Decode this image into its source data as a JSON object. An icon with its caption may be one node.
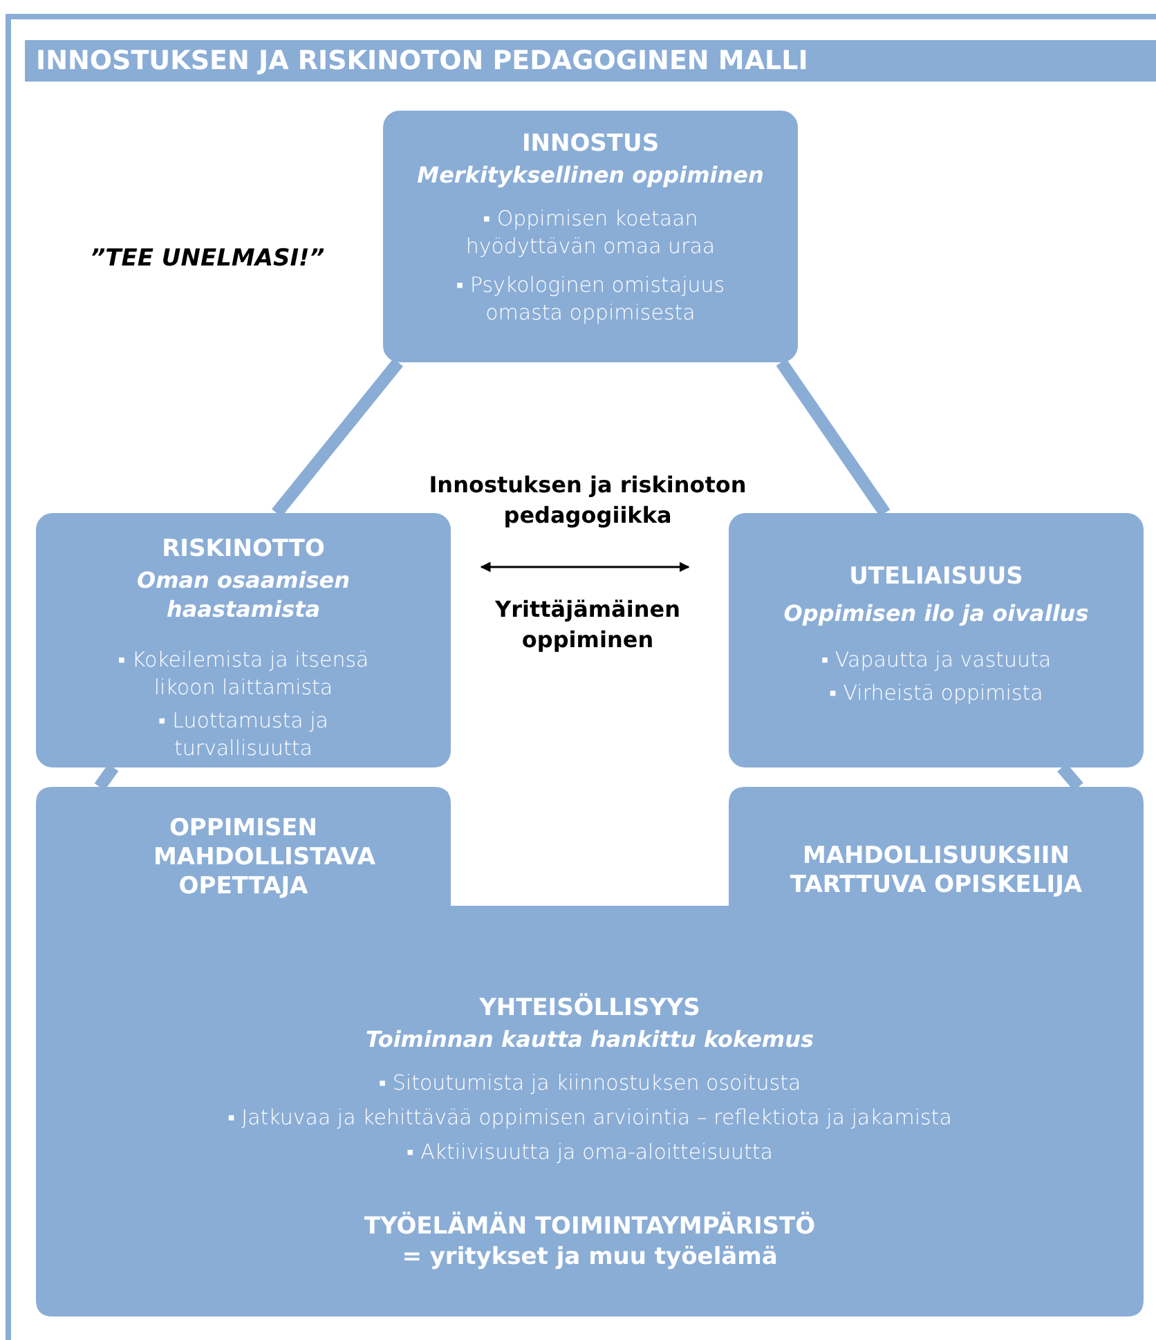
{
  "diagram": {
    "title": "INNOSTUKSEN JA RISKINOTON PEDAGOGINEN MALLI",
    "nodes": [
      {
        "text": [
          "INNOSTUS",
          "Merkityksellinen oppiminen",
          "▪ Oppimisen koetaan hyödyttävän omaa uraa",
          "▪ Psykologinen omistajuus omasta oppimisesta"
        ]
      },
      {
        "text": [
          "RISKINOTTO",
          "Oman osaamisen haastamista",
          "▪ Kokeilemista ja itsensä likoon laittamista",
          "▪ Luottamusta ja turvallisuutta"
        ]
      },
      {
        "text": [
          "UTELIAISUUS",
          "Oppimisen ilo ja oivallus",
          "▪ Vapautta ja vastuuta",
          "▪ Virheistä oppimista"
        ]
      },
      {
        "text": [
          "OPPIMISEN MAHDOLLISTAVA OPETTAJA",
          "MAHDOLLISUUKSIIN TARTTUVA OPISKELIJA",
          "YHTEISÖLLISYYS",
          "Toiminnan kautta hankittu kokemus",
          "▪ Sitoutumista ja kiinnostuksen osoitusta",
          "▪ Jatkuvaa ja kehittävää oppimisen arviointia – reflektiota ja jakamista",
          "▪ Aktiivisuutta ja oma-aloitteisuutta",
          "TYÖELÄMÄN TOIMINTAYMPÄRISTÖ",
          "= yritykset ja muu työelämä"
        ]
      }
    ],
    "edges": [
      {
        "from": 0,
        "to": 1,
        "arrow": "none"
      },
      {
        "from": 0,
        "to": 2,
        "arrow": "none"
      },
      {
        "from": 1,
        "to": 3,
        "arrow": "none"
      },
      {
        "from": 2,
        "to": 3,
        "arrow": "none"
      }
    ],
    "labels": [
      "”TEE UNELMASI!”",
      "Innostuksen ja riskinoton pedagogiikka",
      "Yrittäjämäinen oppiminen"
    ]
  }
}
